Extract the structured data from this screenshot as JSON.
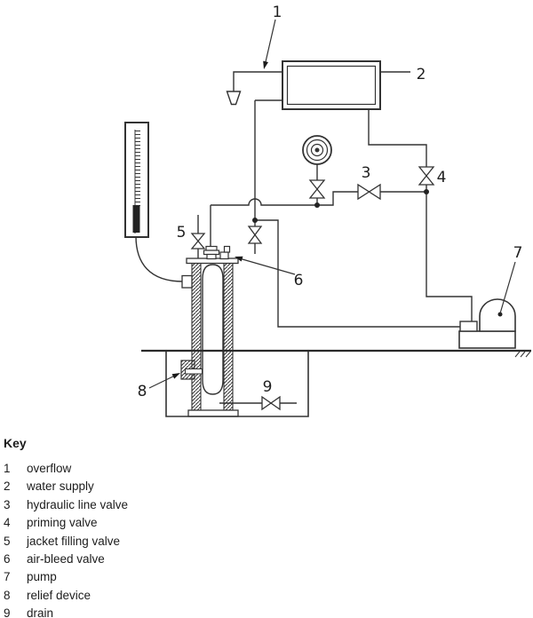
{
  "figure": {
    "title": "Key",
    "background": "#ffffff",
    "line_color": "#333333",
    "text_color": "#1c1c1c"
  },
  "diagram": {
    "labels": {
      "n1": "1",
      "n2": "2",
      "n3": "3",
      "n4": "4",
      "n5": "5",
      "n6": "6",
      "n7": "7",
      "n8": "8",
      "n9": "9"
    }
  },
  "key": {
    "title": "Key",
    "items": [
      {
        "num": "1",
        "label": "overflow"
      },
      {
        "num": "2",
        "label": "water supply"
      },
      {
        "num": "3",
        "label": "hydraulic line valve"
      },
      {
        "num": "4",
        "label": "priming valve"
      },
      {
        "num": "5",
        "label": "jacket filling valve"
      },
      {
        "num": "6",
        "label": "air-bleed valve"
      },
      {
        "num": "7",
        "label": "pump"
      },
      {
        "num": "8",
        "label": "relief device"
      },
      {
        "num": "9",
        "label": "drain"
      }
    ]
  }
}
